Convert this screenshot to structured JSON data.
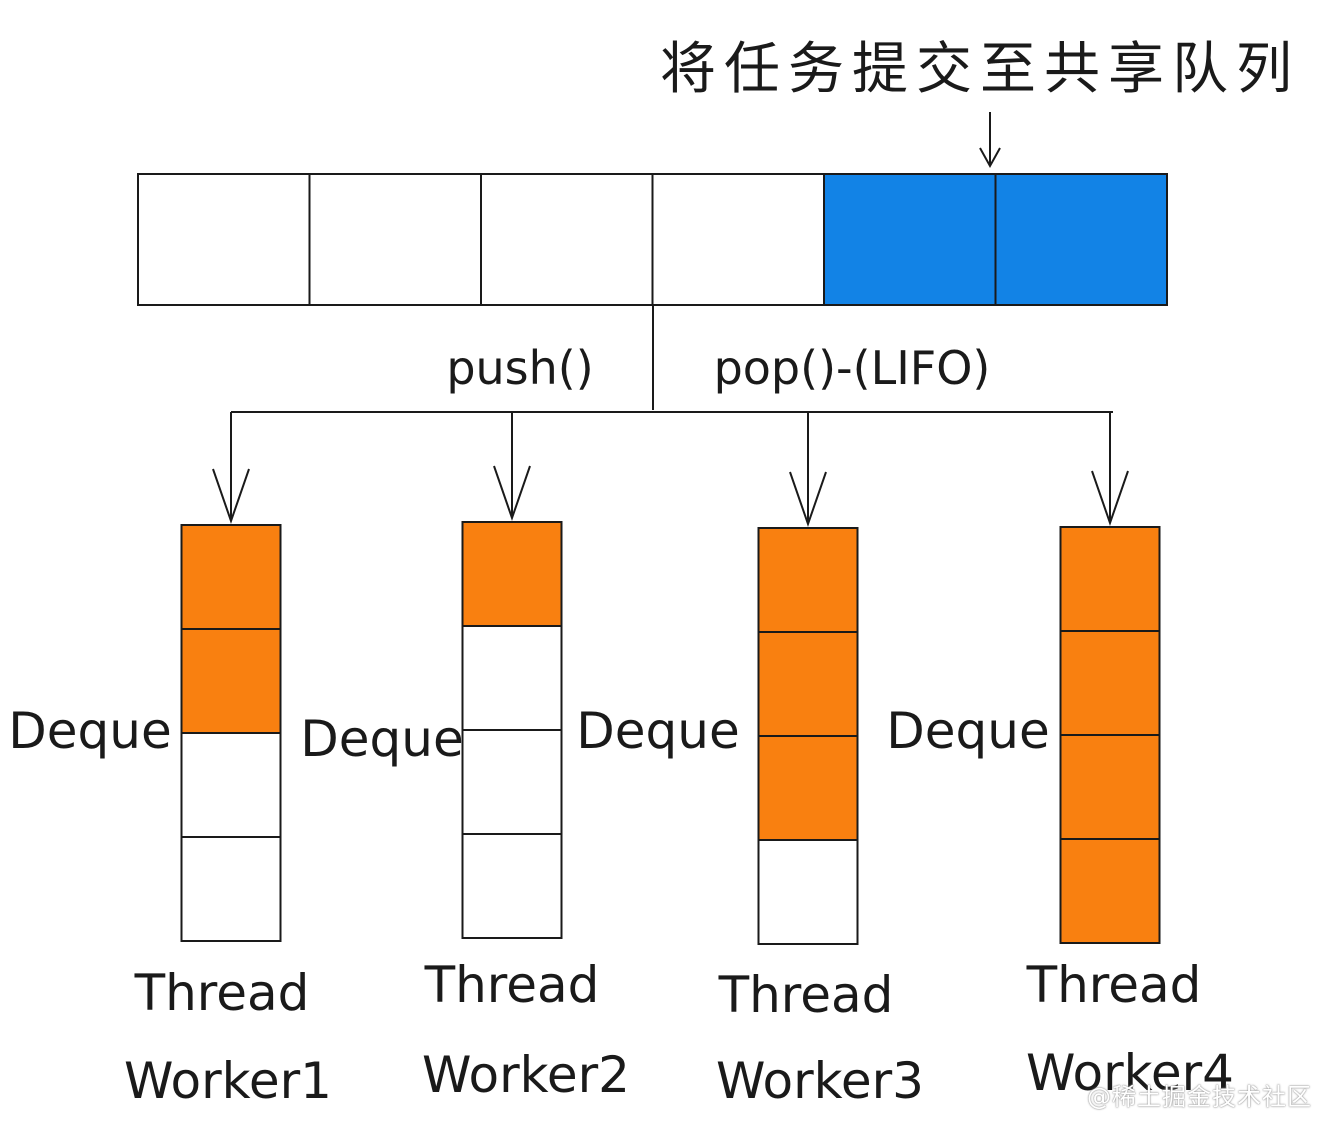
{
  "title": "将任务提交至共享队列",
  "shared_queue": {
    "slots": [
      {
        "state": "empty"
      },
      {
        "state": "empty"
      },
      {
        "state": "empty"
      },
      {
        "state": "empty"
      },
      {
        "state": "filled"
      },
      {
        "state": "filled"
      }
    ]
  },
  "labels": {
    "push": "push()",
    "pop": "pop()-(LIFO)"
  },
  "workers": [
    {
      "deque_label": "Deque",
      "line1": "Thread",
      "line2": "Worker1",
      "slots": [
        1,
        1,
        0,
        0
      ]
    },
    {
      "deque_label": "Deque",
      "line1": "Thread",
      "line2": "Worker2",
      "slots": [
        1,
        0,
        0,
        0
      ]
    },
    {
      "deque_label": "Deque",
      "line1": "Thread",
      "line2": "Worker3",
      "slots": [
        1,
        1,
        1,
        0
      ]
    },
    {
      "deque_label": "Deque",
      "line1": "Thread",
      "line2": "Worker4",
      "slots": [
        1,
        1,
        1,
        1
      ]
    }
  ],
  "colors": {
    "queue_fill": "#1283e6",
    "deque_fill": "#f98010",
    "empty_fill": "#ffffff",
    "stroke": "#1a1a1a"
  },
  "watermark": "@稀土掘金技术社区"
}
